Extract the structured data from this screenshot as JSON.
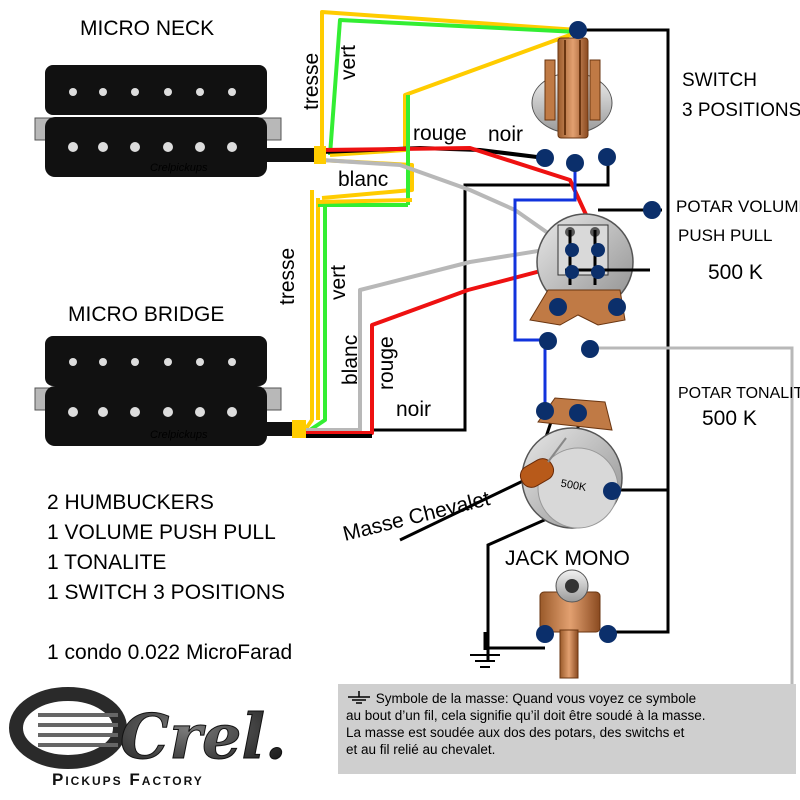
{
  "labels": {
    "micro_neck": "MICRO NECK",
    "micro_bridge": "MICRO BRIDGE",
    "switch_line1": "SWITCH",
    "switch_line2": "3 POSITIONS",
    "potar_volume_line1": "POTAR VOLUME",
    "potar_volume_line2": "PUSH PULL",
    "potar_volume_value": "500 K",
    "potar_tonalite": "POTAR TONALITE",
    "potar_tonalite_value": "500 K",
    "jack_mono": "JACK MONO",
    "masse_chevalet": "Masse Chevalet",
    "pickup_brand": "Crelpickups",
    "pot_marking": "500K"
  },
  "wire_labels": {
    "neck": {
      "tresse": "tresse",
      "vert": "vert",
      "rouge": "rouge",
      "noir": "noir",
      "blanc": "blanc"
    },
    "bridge": {
      "tresse": "tresse",
      "vert": "vert",
      "blanc": "blanc",
      "rouge": "rouge",
      "noir": "noir"
    }
  },
  "info": [
    "2 HUMBUCKERS",
    "1 VOLUME PUSH PULL",
    "1 TONALITE",
    "1 SWITCH 3 POSITIONS",
    "",
    "1 condo 0.022 MicroFarad"
  ],
  "note": {
    "line1": "Symbole de la masse: Quand vous voyez ce symbole",
    "line2": "au bout d’un fil, cela signifie qu’il doit être soudé à la masse.",
    "line3": "La masse est soudée aux dos des potars, des switchs et",
    "line4": "et au fil relié au chevalet."
  },
  "logo": {
    "text": "Crel.",
    "subtitle": "Pickups Factory"
  },
  "colors": {
    "tresse": "#ffcc00",
    "vert": "#33ee33",
    "rouge": "#ee1111",
    "noir": "#000000",
    "blanc": "#b8b8b8",
    "blue_wire": "#1133dd",
    "solder": "#0b2f6b",
    "note_bg": "#cfcfcf"
  },
  "icons": [
    "humbucker-neck",
    "humbucker-bridge",
    "switch-3-positions",
    "volume-pot",
    "tone-pot",
    "capacitor",
    "jack-mono",
    "ground-symbol",
    "crel-logo"
  ]
}
